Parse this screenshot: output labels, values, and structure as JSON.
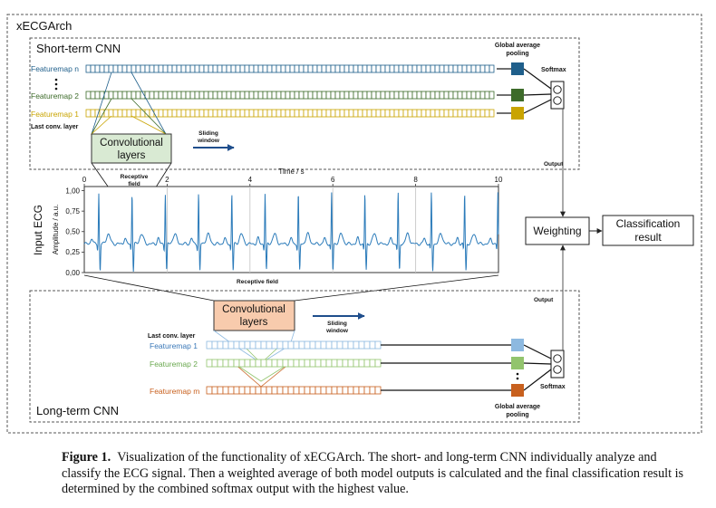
{
  "outer_title": "xECGArch",
  "short_term": {
    "title": "Short-term CNN",
    "featuremap_n": "Featuremap n",
    "featuremap_2": "Featuremap 2",
    "featuremap_1": "Featuremap 1",
    "last_conv_layer": "Last conv. layer",
    "conv_layers_line1": "Convolutional",
    "conv_layers_line2": "layers",
    "sliding_line1": "Sliding",
    "sliding_line2": "window",
    "receptive_line1": "Receptive",
    "receptive_line2": "field",
    "gap_line1": "Global average",
    "gap_line2": "pooling",
    "softmax": "Softmax",
    "output": "Output",
    "colors": [
      "#1f5f8b",
      "#3d6b2a",
      "#c9a400"
    ]
  },
  "long_term": {
    "title": "Long-term CNN",
    "last_conv_layer": "Last conv. layer",
    "featuremap_1": "Featuremap 1",
    "featuremap_2": "Featuremap 2",
    "featuremap_m": "Featuremap m",
    "conv_layers_line1": "Convolutional",
    "conv_layers_line2": "layers",
    "sliding_line1": "Sliding",
    "sliding_line2": "window",
    "receptive": "Receptive field",
    "gap_line1": "Global average",
    "gap_line2": "pooling",
    "softmax": "Softmax",
    "output": "Output",
    "colors": [
      "#8db9e0",
      "#92c46d",
      "#c8601e"
    ]
  },
  "weighting": "Weighting",
  "classification_line1": "Classification",
  "classification_line2": "result",
  "ecg": {
    "side_label": "Input ECG",
    "xlabel": "Time / s",
    "ylabel": "Amplitude / a.u.",
    "xticks": [
      "0",
      "2",
      "4",
      "6",
      "8",
      "10"
    ],
    "yticks": [
      "0,00",
      "0,25",
      "0,50",
      "0,75",
      "1,00"
    ],
    "xlim": [
      0,
      10
    ],
    "ylim": [
      0,
      1.05
    ],
    "line_color": "#2b7bba"
  },
  "caption": {
    "label": "Figure 1.",
    "text": "Visualization of the functionality of xECGArch. The short- and long-term CNN individually analyze and classify the ECG signal. Then a weighted average of both model outputs is calculated and the final classification result is determined by the combined softmax output with the highest value."
  }
}
